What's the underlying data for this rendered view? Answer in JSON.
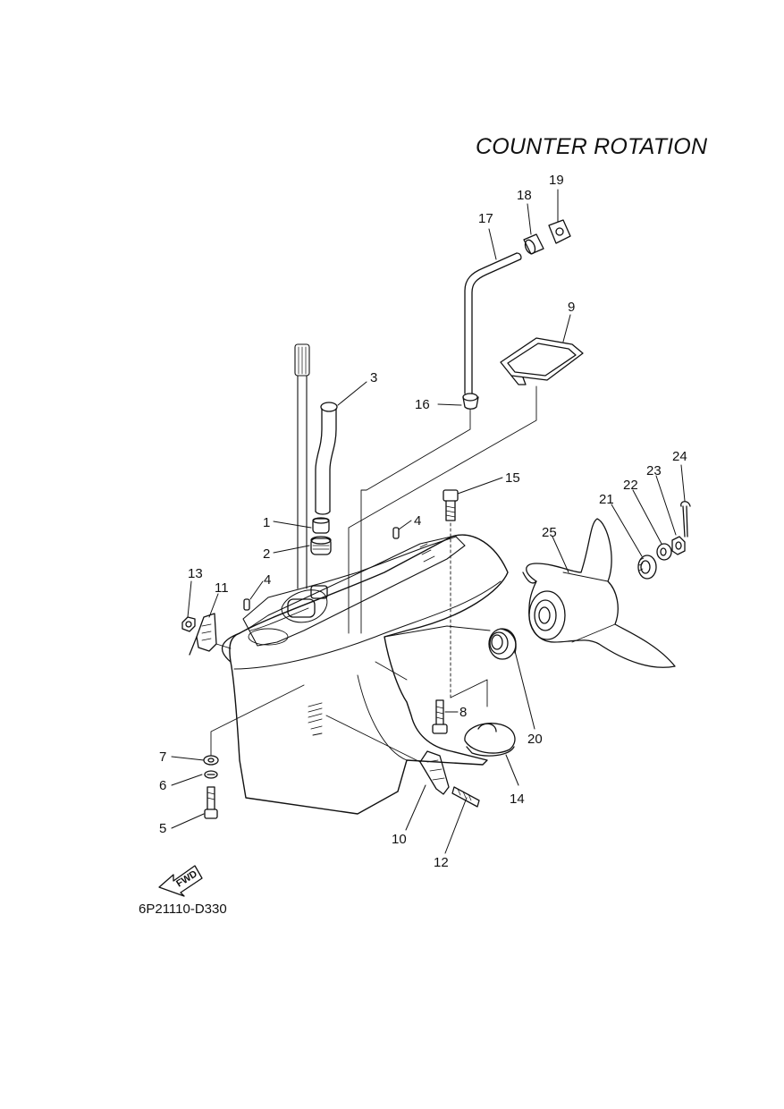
{
  "title": "COUNTER ROTATION",
  "diagram_code": "6P21110-D330",
  "fwd_label": "FWD",
  "callouts": [
    {
      "id": "c1",
      "number": "1"
    },
    {
      "id": "c2",
      "number": "2"
    },
    {
      "id": "c3",
      "number": "3"
    },
    {
      "id": "c4a",
      "number": "4"
    },
    {
      "id": "c4b",
      "number": "4"
    },
    {
      "id": "c5",
      "number": "5"
    },
    {
      "id": "c6",
      "number": "6"
    },
    {
      "id": "c7",
      "number": "7"
    },
    {
      "id": "c8",
      "number": "8"
    },
    {
      "id": "c9",
      "number": "9"
    },
    {
      "id": "c10",
      "number": "10"
    },
    {
      "id": "c11",
      "number": "11"
    },
    {
      "id": "c12",
      "number": "12"
    },
    {
      "id": "c13",
      "number": "13"
    },
    {
      "id": "c14",
      "number": "14"
    },
    {
      "id": "c15",
      "number": "15"
    },
    {
      "id": "c16",
      "number": "16"
    },
    {
      "id": "c17",
      "number": "17"
    },
    {
      "id": "c18",
      "number": "18"
    },
    {
      "id": "c19",
      "number": "19"
    },
    {
      "id": "c20",
      "number": "20"
    },
    {
      "id": "c21",
      "number": "21"
    },
    {
      "id": "c22",
      "number": "22"
    },
    {
      "id": "c23",
      "number": "23"
    },
    {
      "id": "c24",
      "number": "24"
    },
    {
      "id": "c25",
      "number": "25"
    }
  ]
}
